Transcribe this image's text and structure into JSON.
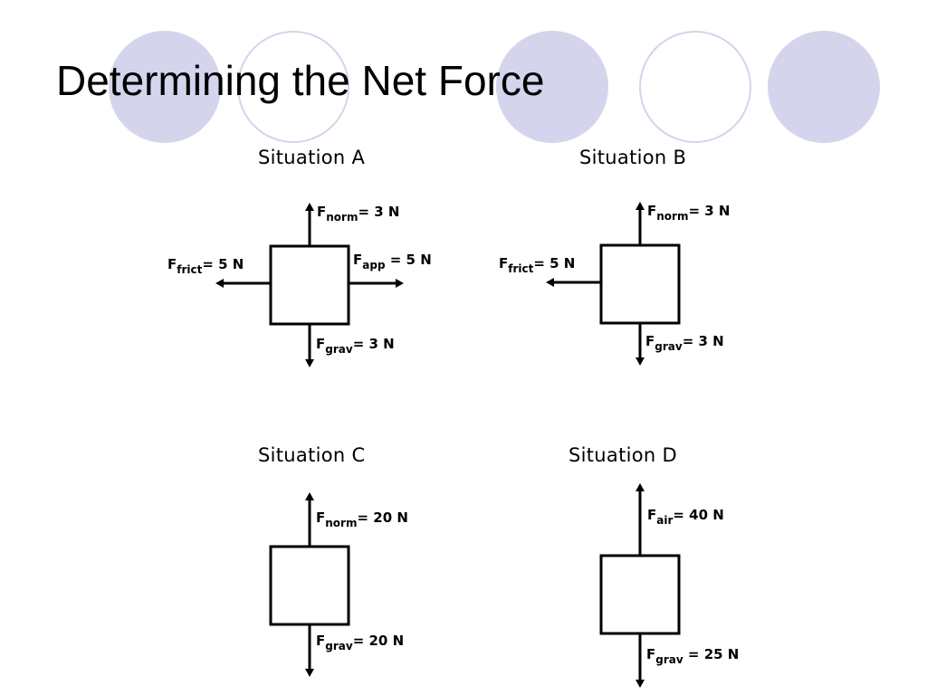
{
  "slide": {
    "title": "Determining the Net Force",
    "decor_colors": {
      "fill": "#d4d4ec",
      "outline": "#d4d4ec"
    }
  },
  "situations": {
    "a": {
      "heading": "Situation A",
      "forces": [
        {
          "symbol": "F",
          "sub": "norm",
          "value": "= 3 N"
        },
        {
          "symbol": "F",
          "sub": "frict",
          "value": "= 5 N"
        },
        {
          "symbol": "F",
          "sub": "app",
          "value": " = 5 N"
        },
        {
          "symbol": "F",
          "sub": "grav",
          "value": "= 3 N"
        }
      ]
    },
    "b": {
      "heading": "Situation B",
      "forces": [
        {
          "symbol": "F",
          "sub": "norm",
          "value": "= 3 N"
        },
        {
          "symbol": "F",
          "sub": "frict",
          "value": "= 5 N"
        },
        {
          "symbol": "F",
          "sub": "grav",
          "value": "= 3 N"
        }
      ]
    },
    "c": {
      "heading": "Situation C",
      "forces": [
        {
          "symbol": "F",
          "sub": "norm",
          "value": "= 20 N"
        },
        {
          "symbol": "F",
          "sub": "grav",
          "value": "= 20 N"
        }
      ]
    },
    "d": {
      "heading": "Situation D",
      "forces": [
        {
          "symbol": "F",
          "sub": "air",
          "value": "= 40 N"
        },
        {
          "symbol": "F",
          "sub": "grav",
          "value": " = 25 N"
        }
      ]
    }
  }
}
